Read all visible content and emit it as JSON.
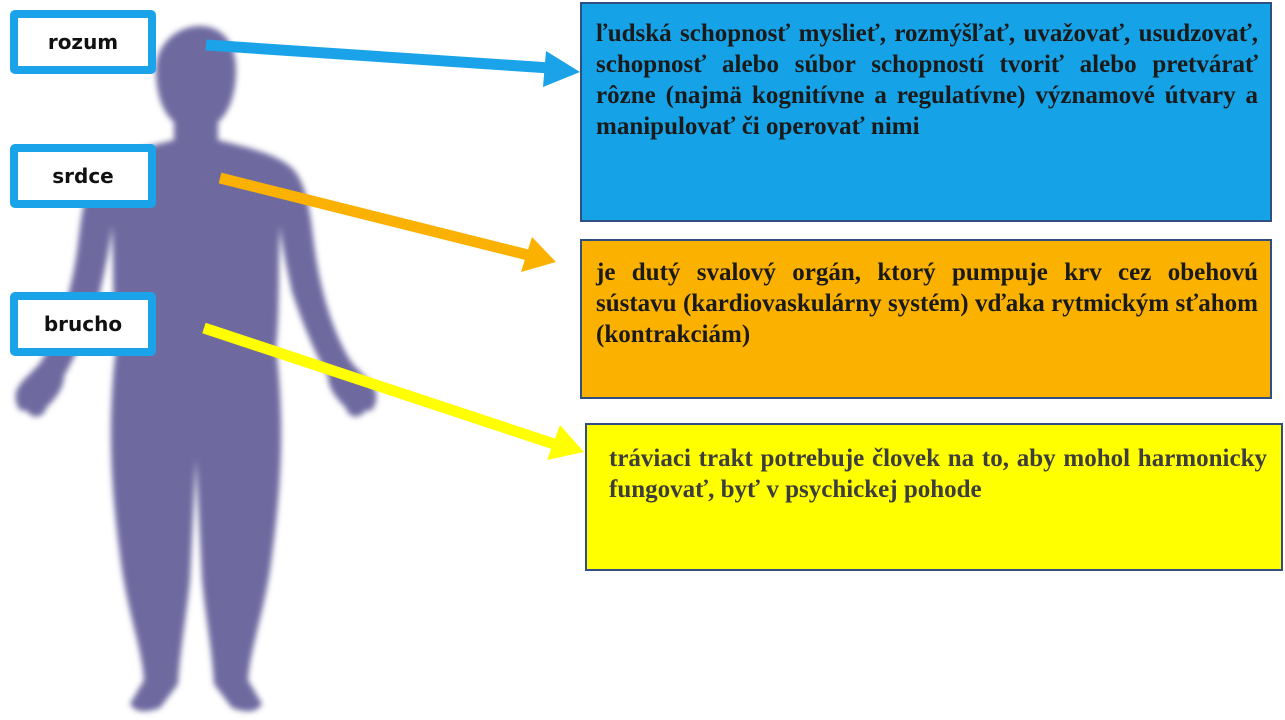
{
  "diagram": {
    "labels": {
      "rozum": "rozum",
      "srdce": "srdce",
      "brucho": "brucho"
    },
    "definitions": {
      "rozum": "ľudská schopnosť myslieť, rozmýšľať, uvažovať, usudzovať, schopnosť alebo súbor schopností tvoriť alebo pretvárať rôzne (najmä kognitívne a regulatívne) významové útvary a manipulovať či operovať nimi",
      "srdce": "je dutý svalový orgán, ktorý pumpuje krv cez obehovú sústavu (kardiovaskulárny systém) vďaka rytmickým sťahom (kontrakciám)",
      "brucho": "tráviaci trakt potrebuje človek na to, aby mohol harmonicky fungovať, byť v psychickej pohode"
    },
    "colors": {
      "label_border": "#1aa3e8",
      "rozum_box": "#16a2e6",
      "srdce_box": "#fbb100",
      "brucho_box": "#ffff00",
      "rozum_arrow": "#1aa3e8",
      "srdce_arrow": "#fbb100",
      "brucho_arrow": "#ffff00",
      "silhouette": "#6e6aa0"
    },
    "icons": [
      "human-body-silhouette"
    ]
  }
}
